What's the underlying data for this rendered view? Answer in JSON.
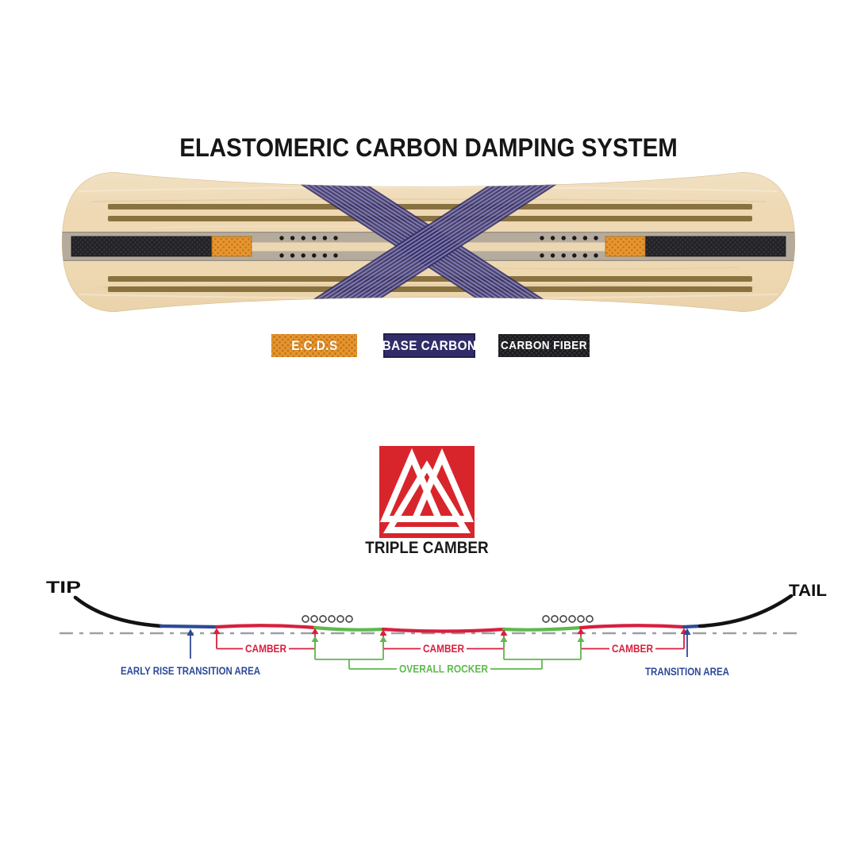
{
  "title": "ELASTOMERIC CARBON DAMPING SYSTEM",
  "board": {
    "description_icon": "snowboard-topsheet",
    "legend": {
      "items": [
        {
          "label": "E.C.D.S",
          "color": "#e8952f"
        },
        {
          "label": "BASE CARBON",
          "color": "#312d69"
        },
        {
          "label": "CARBON FIBER",
          "color": "#1d1d20"
        }
      ]
    }
  },
  "logo": {
    "caption": "TRIPLE CAMBER",
    "color": "#d8252c"
  },
  "profile": {
    "tip": "TIP",
    "tail": "TAIL",
    "camber": "CAMBER",
    "overall_rocker": "OVERALL ROCKER",
    "early_rise": "EARLY RISE TRANSITION AREA",
    "transition": "TRANSITION AREA",
    "colors": {
      "camber_red": "#d81f3e",
      "rocker_green": "#5fb84e",
      "transition_blue": "#2c4a97",
      "board_black": "#131313",
      "baseline_gray": "#9aa0a6"
    }
  }
}
